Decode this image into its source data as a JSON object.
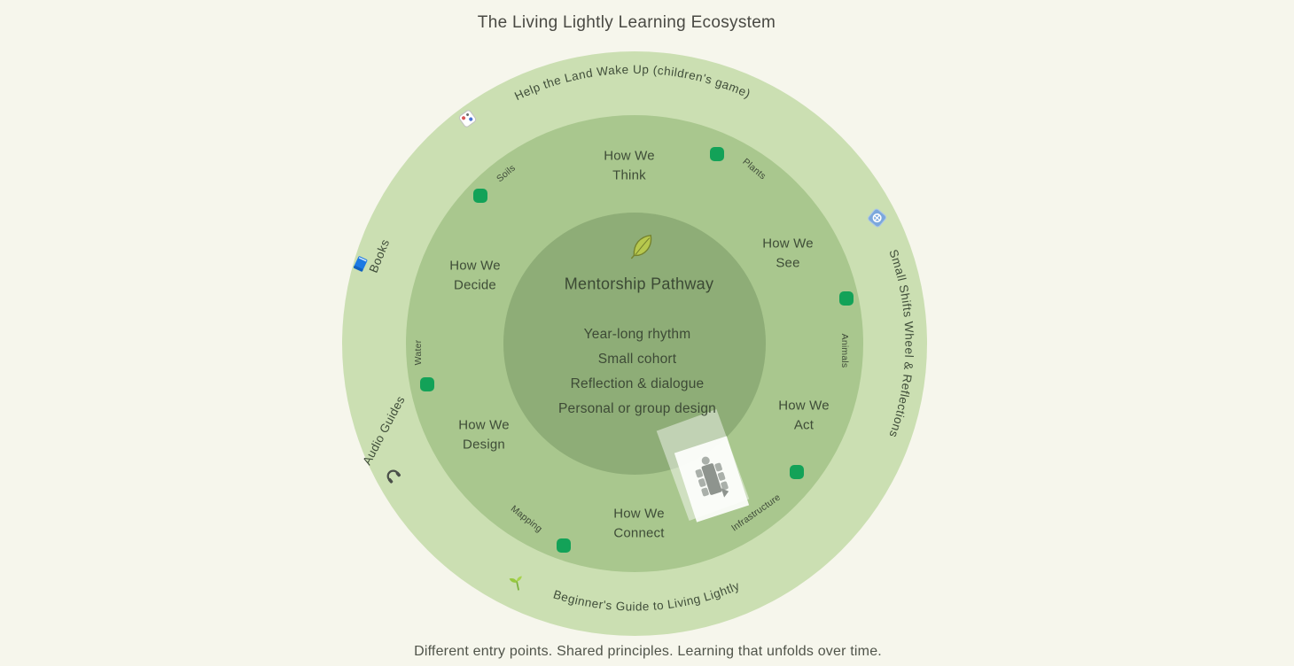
{
  "title": "The Living Lightly Learning Ecosystem",
  "caption": "Different entry points. Shared principles. Learning that unfolds over time.",
  "center": {
    "icon": "leaf-icon",
    "heading": "Mentorship Pathway",
    "lines": [
      "Year-long rhythm",
      "Small cohort",
      "Reflection & dialogue",
      "Personal or group design"
    ]
  },
  "ring_segments": [
    {
      "line1": "How We",
      "line2": "Think"
    },
    {
      "line1": "How We",
      "line2": "See"
    },
    {
      "line1": "How We",
      "line2": "Act"
    },
    {
      "line1": "How We",
      "line2": "Connect"
    },
    {
      "line1": "How We",
      "line2": "Design"
    },
    {
      "line1": "How We",
      "line2": "Decide"
    }
  ],
  "nodes": [
    {
      "label": "Soils"
    },
    {
      "label": "Plants"
    },
    {
      "label": "Animals"
    },
    {
      "label": "Infrastructure"
    },
    {
      "label": "Mapping"
    },
    {
      "label": "Water"
    }
  ],
  "entry_points": {
    "top": {
      "label": "Help the Land Wake Up (children's game)",
      "icon": "game-die-icon"
    },
    "right": {
      "label": "Small Shifts Wheel & Reflections",
      "icon": "reflection-card-icon"
    },
    "bottom": {
      "label": "Beginner's Guide to Living Lightly",
      "icon": "seedling-icon"
    },
    "left_upper": {
      "label": "Books",
      "icon": "book-icon"
    },
    "left_lower": {
      "label": "Audio Guides",
      "icon": "headphones-icon"
    }
  },
  "colors": {
    "background": "#f6f6ec",
    "outer_ring": "#cbdfb2",
    "middle_ring": "#a9c78e",
    "inner_circle": "#8ead77",
    "node_dot": "#13a258",
    "diagram_text": "#3e4c37",
    "book_icon_blue": "#1c79e3",
    "card_icon_blue": "#7ba7dc",
    "seedling_green": "#97c83e",
    "leaf_green": "#b7c84e"
  }
}
